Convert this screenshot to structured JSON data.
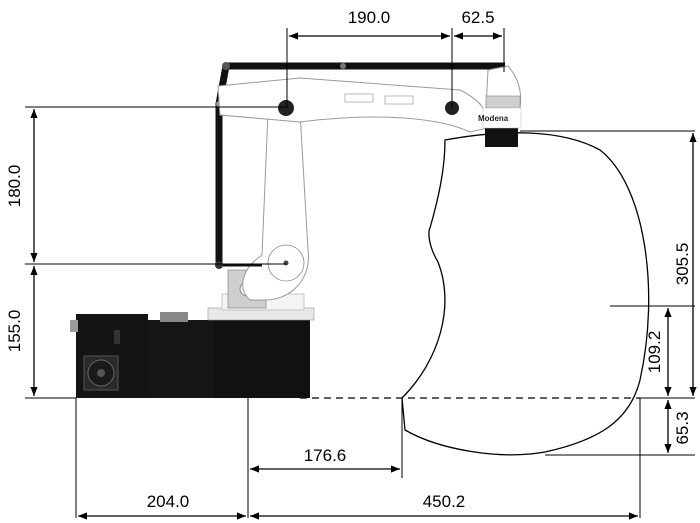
{
  "dimensions": {
    "arm_upper_length": "190.0",
    "tool_offset": "62.5",
    "shoulder_height_above_base": "180.0",
    "base_height": "155.0",
    "reach_top": "305.5",
    "reach_mid": "109.2",
    "reach_below_base": "65.3",
    "inner_radius": "176.6",
    "rear_extent": "204.0",
    "max_reach": "450.2"
  },
  "robot": {
    "brand_label": "Modena"
  },
  "colors": {
    "body": "#ffffff",
    "dark": "#1c1c1c",
    "grey": "#cfcfcf"
  }
}
